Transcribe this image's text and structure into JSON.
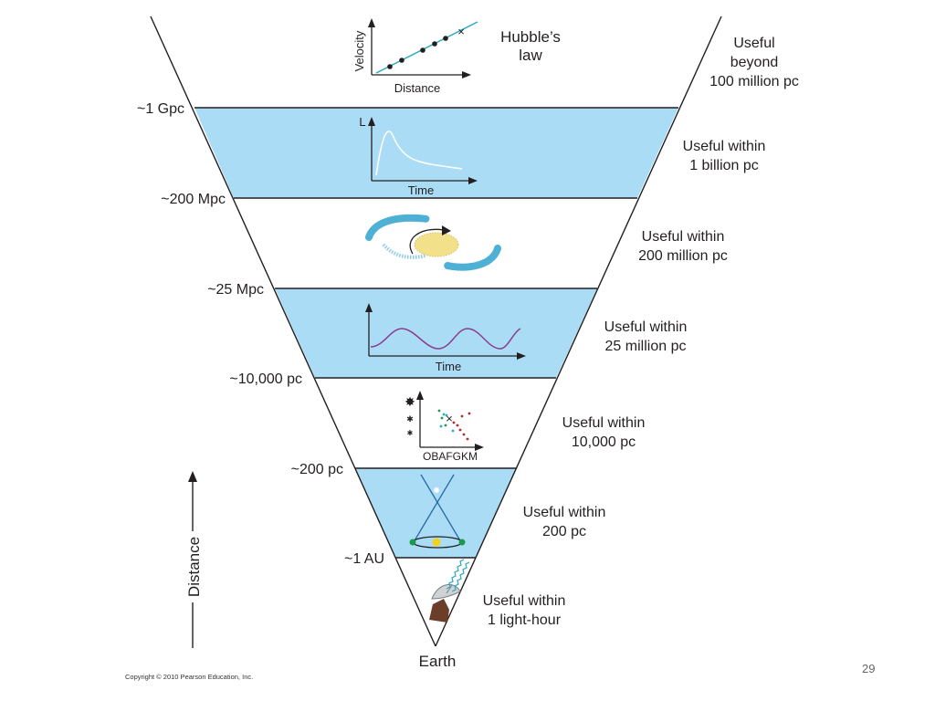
{
  "colors": {
    "band": "#aadcf6",
    "line": "#231f20",
    "curve_white": "#ffffff",
    "curve_purple": "#8b3d8e",
    "dot_green": "#1a9a4a",
    "sun": "#f5d11e",
    "red": "#b22a2a",
    "teal": "#2aa9c2",
    "dish_rock": "#6b3e2a"
  },
  "top_panel": {
    "title": "Hubble’s law",
    "x_label": "Distance",
    "y_label": "Velocity"
  },
  "levels": [
    {
      "left": "~1 Gpc",
      "right": "Useful beyond 100 million pc"
    },
    {
      "left": "~200 Mpc",
      "right": "Useful within 1 billion pc"
    },
    {
      "left": "~25 Mpc",
      "right": "Useful within 200 million pc"
    },
    {
      "left": "~10,000 pc",
      "right": "Useful within 25 million pc"
    },
    {
      "left": "~200 pc",
      "right": "Useful within 10,000 pc"
    },
    {
      "left": "~1 AU",
      "right": "Useful within 200 pc"
    }
  ],
  "bottom": {
    "right": "Useful within 1 light-hour",
    "apex": "Earth"
  },
  "band_labels": {
    "supernova_y": "L",
    "supernova_x": "Time",
    "cepheid_x": "Time",
    "hr_x": "OBAFGKM"
  },
  "axis_label": "Distance",
  "copyright": "Copyright © 2010 Pearson Education, Inc.",
  "slide_number": "29"
}
